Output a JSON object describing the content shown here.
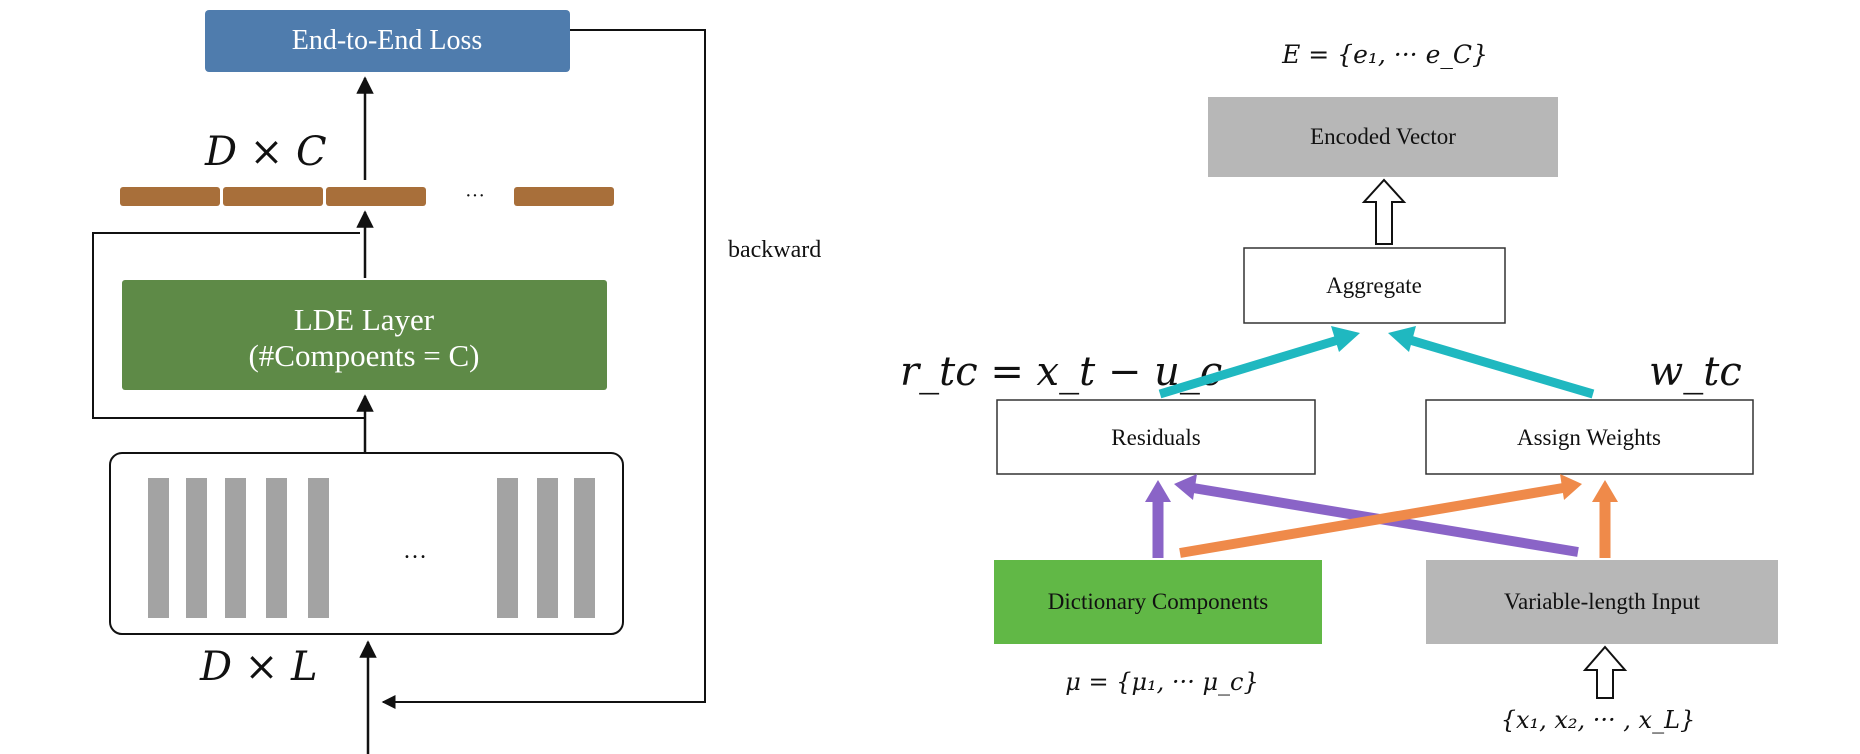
{
  "left_diagram": {
    "loss_box": "End-to-End Loss",
    "dc_label": "D × C",
    "ellipsis_top": "···",
    "lde_line1": "LDE Layer",
    "lde_line2": "(#Compoents = C)",
    "ellipsis_input": "…",
    "dl_label": "D × L",
    "backward_label": "backward",
    "colors": {
      "loss_box": "#4f7cad",
      "lde_box": "#5e8a47",
      "code_bar": "#a86f3a",
      "frame_bar": "#a3a3a3"
    }
  },
  "right_diagram": {
    "e_label": "E = {e₁, ··· e_C}",
    "encoded_vector": "Encoded Vector",
    "aggregate": "Aggregate",
    "residuals": "Residuals",
    "assign_weights": "Assign Weights",
    "dictionary_components": "Dictionary Components",
    "variable_length_input": "Variable-length Input",
    "r_label": "r_tc = x_t − u_c",
    "w_label": "w_tc",
    "mu_label": "μ = {μ₁, ··· μ_c}",
    "x_label": "{x₁, x₂, ··· , x_L}",
    "colors": {
      "encoded_box": "#b7b7b7",
      "dictionary_box": "#61b846",
      "input_box": "#b7b7b7",
      "cyan_arrow": "#1fb8c0",
      "purple_arrow": "#8a64c7",
      "orange_arrow": "#ef8a4a"
    }
  }
}
